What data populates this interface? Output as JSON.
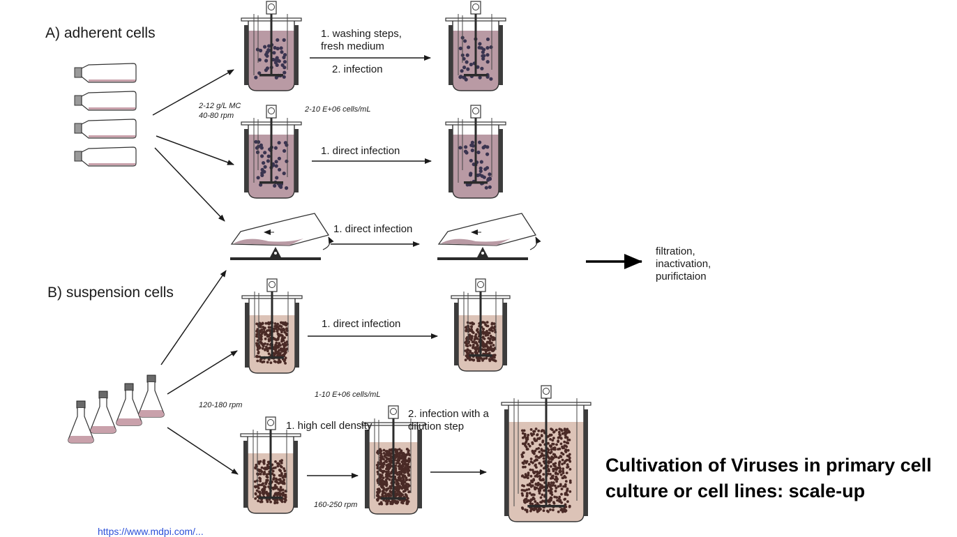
{
  "sections": {
    "adherent": "A) adherent cells",
    "suspension": "B) suspension cells"
  },
  "steps": {
    "washing_1": "1. washing steps,",
    "washing_2": "fresh medium",
    "infection": "2. infection",
    "direct_a": "1. direct infection",
    "direct_wave": "1. direct infection",
    "direct_b": "1. direct infection",
    "high_density": "1. high cell density",
    "dilution_1": "2. infection with a",
    "dilution_2": "dilution step"
  },
  "notes": {
    "mc": "2-12 g/L MC",
    "rpm_a": "40-80 rpm",
    "cells_a": "2-10 E+06 cells/mL",
    "cells_b": "1-10 E+06 cells/mL",
    "rpm_shake": "120-180 rpm",
    "rpm_b": "160-250 rpm"
  },
  "downstream": {
    "line1": "filtration,",
    "line2": "inactivation,",
    "line3": "purifictaion"
  },
  "title": {
    "line1": "Cultivation of Viruses in primary cell",
    "line2": "culture or cell lines: scale-up"
  },
  "source": "https://www.mdpi.com/...",
  "colors": {
    "adherent_medium": "#b99aa4",
    "suspension_medium": "#dcc3b7",
    "carrier": "#3a3450",
    "suspension_cell": "#4a2a26",
    "flask_medium": "#c9a1ab",
    "ink": "#1a1a1a",
    "link": "#2b4fd8"
  }
}
